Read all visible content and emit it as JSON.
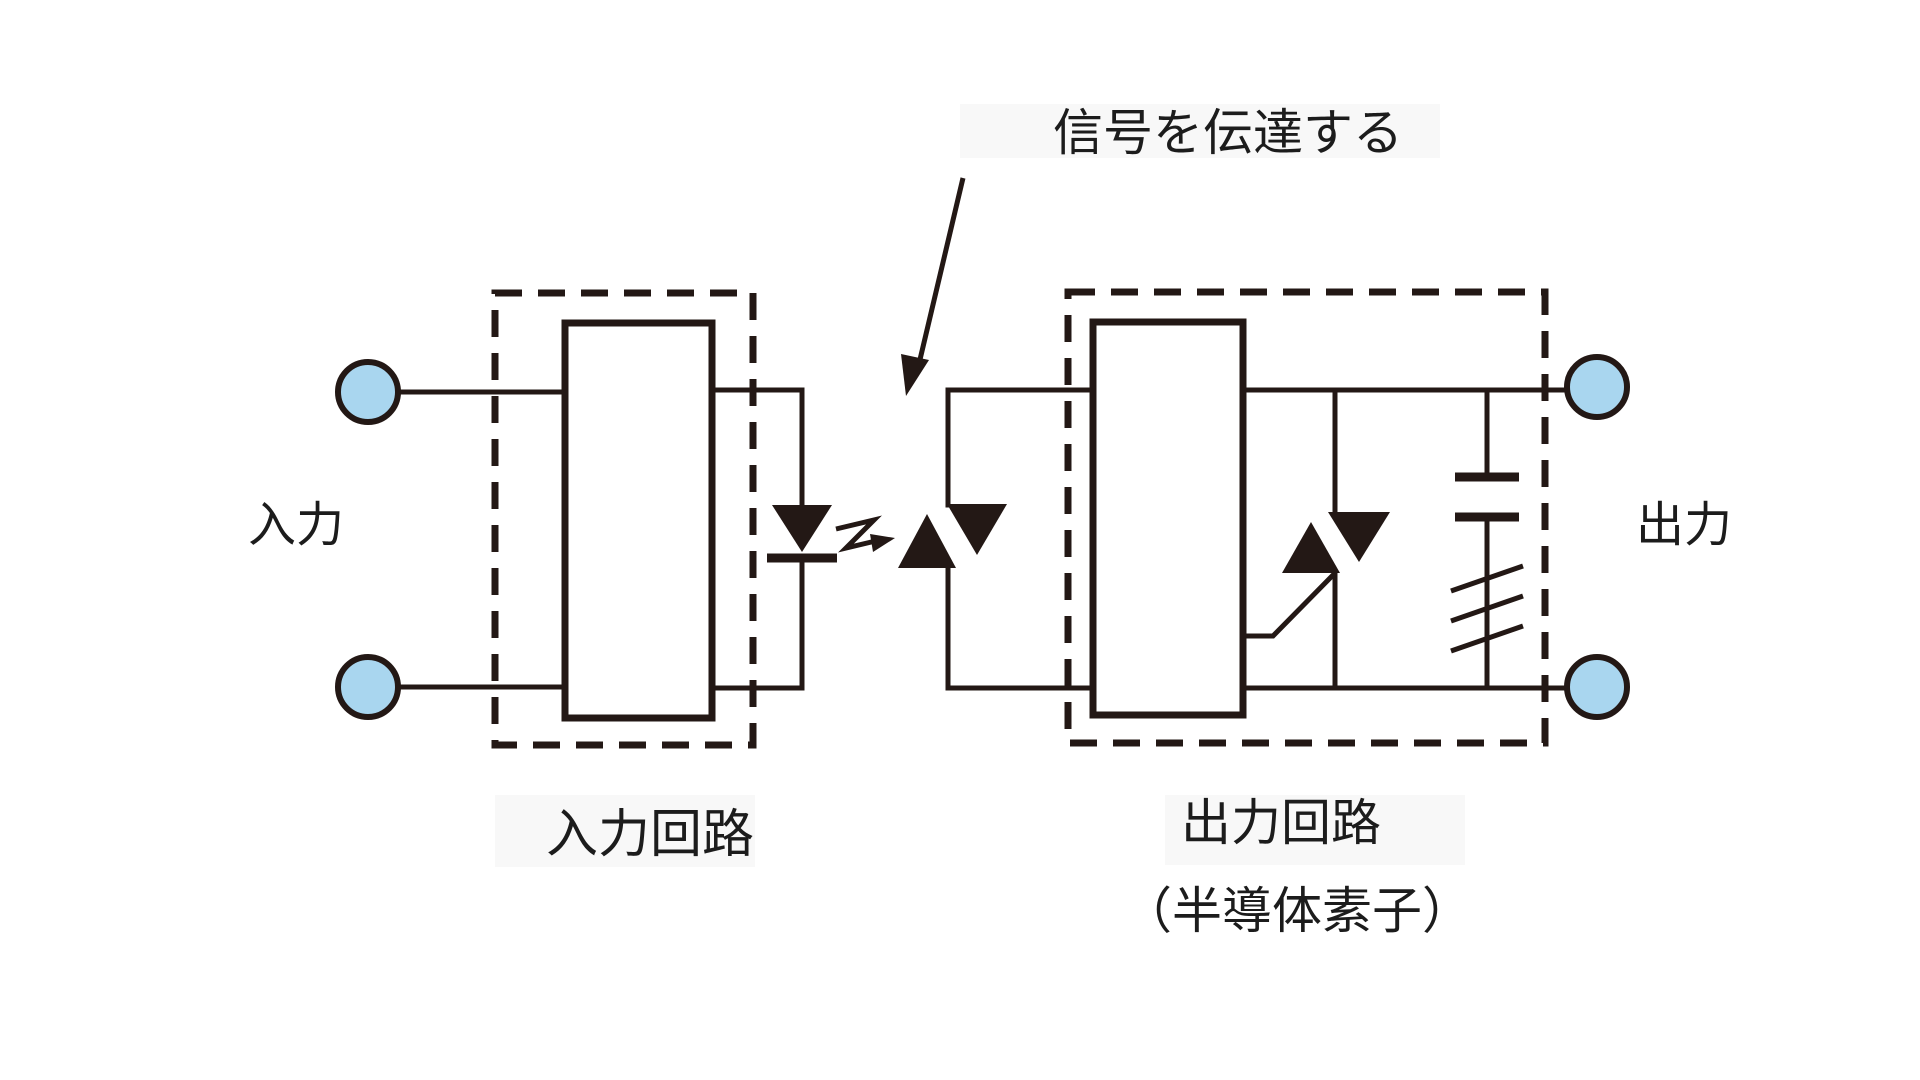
{
  "diagram": {
    "labels": {
      "annotation": "信号を伝達する",
      "input": "入力",
      "output": "出力",
      "input_circuit": "入力回路",
      "output_circuit": "出力回路",
      "output_circuit_note": "（半導体素子）"
    },
    "colors": {
      "line": "#231815",
      "terminal_fill": "#a9d6ef",
      "background": "#ffffff",
      "label_backdrop": "#f8f8f8"
    },
    "icons": {
      "led": "filled triangle pointing down with cathode bar",
      "light_emission": "zigzag lightning arrow pointing right",
      "photodetector": "two offset antiparallel filled triangles",
      "triac": "two offset antiparallel filled triangles with diagonal gate lead",
      "capacitor": "two horizontal plates with three diagonal slashes below",
      "terminal": "light blue circle with black ring",
      "annotation_arrow": "thin line with filled arrowhead pointing down-left"
    }
  }
}
